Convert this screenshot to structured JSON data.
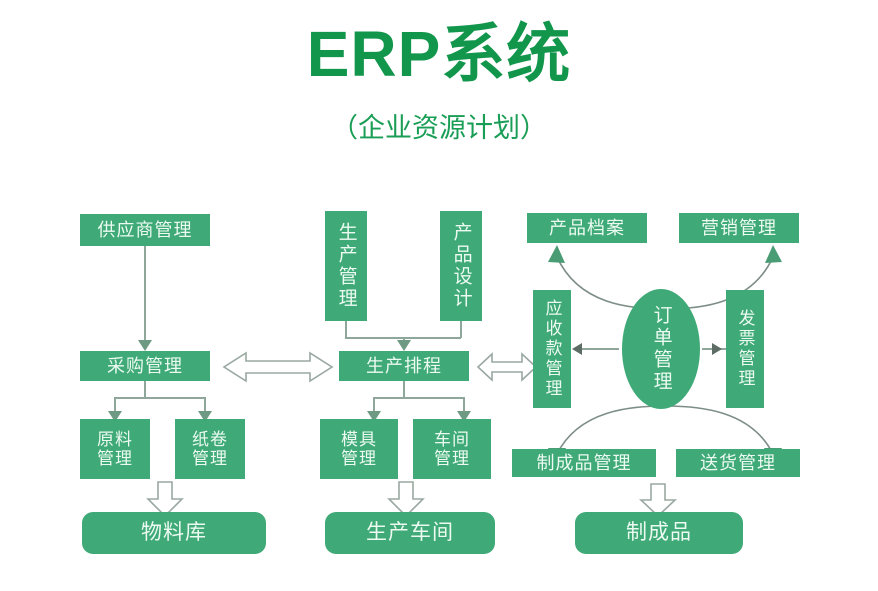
{
  "header": {
    "title": "ERP系统",
    "subtitle": "（企业资源计划）",
    "title_color": "#12964c",
    "subtitle_color": "#1a9e56"
  },
  "theme": {
    "box_fill": "#3faa78",
    "box_text": "#ecfaf1",
    "connector": "#8fa79b",
    "arrowhead": "#6e9a84",
    "block_arrow_stroke": "#9aa8a2",
    "arc_stroke": "#7d8e86"
  },
  "diagram": {
    "type": "flowchart",
    "columns": [
      {
        "name": "procurement",
        "nodes": [
          {
            "id": "supplier-management",
            "label": "供应商管理",
            "shape": "rect",
            "orientation": "horizontal"
          },
          {
            "id": "purchasing-management",
            "label": "采购管理",
            "shape": "rect",
            "orientation": "horizontal"
          },
          {
            "id": "raw-material-management",
            "label": "原料\n管理",
            "shape": "rect",
            "orientation": "horizontal"
          },
          {
            "id": "paper-roll-management",
            "label": "纸卷\n管理",
            "shape": "rect",
            "orientation": "horizontal"
          },
          {
            "id": "material-warehouse",
            "label": "物料库",
            "shape": "rounded-rect",
            "orientation": "horizontal"
          }
        ]
      },
      {
        "name": "production",
        "nodes": [
          {
            "id": "production-management",
            "label": "生产管理",
            "shape": "rect",
            "orientation": "vertical"
          },
          {
            "id": "product-design",
            "label": "产品设计",
            "shape": "rect",
            "orientation": "vertical"
          },
          {
            "id": "production-scheduling",
            "label": "生产排程",
            "shape": "rect",
            "orientation": "horizontal"
          },
          {
            "id": "mold-management",
            "label": "模具\n管理",
            "shape": "rect",
            "orientation": "horizontal"
          },
          {
            "id": "workshop-management",
            "label": "车间\n管理",
            "shape": "rect",
            "orientation": "horizontal"
          },
          {
            "id": "production-workshop",
            "label": "生产车间",
            "shape": "rounded-rect",
            "orientation": "horizontal"
          }
        ]
      },
      {
        "name": "order",
        "nodes": [
          {
            "id": "product-archive",
            "label": "产品档案",
            "shape": "rect",
            "orientation": "horizontal"
          },
          {
            "id": "marketing-management",
            "label": "营销管理",
            "shape": "rect",
            "orientation": "horizontal"
          },
          {
            "id": "accounts-receivable-management",
            "label": "应收款管理",
            "shape": "rect",
            "orientation": "vertical"
          },
          {
            "id": "order-management",
            "label": "订单管理",
            "shape": "ellipse",
            "orientation": "vertical"
          },
          {
            "id": "invoice-management",
            "label": "发票管理",
            "shape": "rect",
            "orientation": "vertical"
          },
          {
            "id": "finished-goods-management",
            "label": "制成品管理",
            "shape": "rect",
            "orientation": "horizontal"
          },
          {
            "id": "delivery-management",
            "label": "送货管理",
            "shape": "rect",
            "orientation": "horizontal"
          },
          {
            "id": "finished-goods",
            "label": "制成品",
            "shape": "rounded-rect",
            "orientation": "horizontal"
          }
        ]
      }
    ],
    "connectors": [
      {
        "from": "supplier-management",
        "to": "purchasing-management",
        "style": "line-arrow"
      },
      {
        "from": "purchasing-management",
        "to": "raw-material-management",
        "style": "line-arrow"
      },
      {
        "from": "purchasing-management",
        "to": "paper-roll-management",
        "style": "line-arrow"
      },
      {
        "from": "raw-material-management",
        "to": "material-warehouse",
        "style": "block-arrow"
      },
      {
        "from": "production-management",
        "to": "production-scheduling",
        "style": "line-arrow"
      },
      {
        "from": "product-design",
        "to": "production-scheduling",
        "style": "line-arrow"
      },
      {
        "from": "production-scheduling",
        "to": "mold-management",
        "style": "line-arrow"
      },
      {
        "from": "production-scheduling",
        "to": "workshop-management",
        "style": "line-arrow"
      },
      {
        "from": "mold-management",
        "to": "production-workshop",
        "style": "block-arrow"
      },
      {
        "from": "purchasing-management",
        "to": "production-scheduling",
        "style": "double-block-arrow"
      },
      {
        "from": "production-scheduling",
        "to": "accounts-receivable-management",
        "style": "double-block-arrow"
      },
      {
        "from": "order-management",
        "to": "accounts-receivable-management",
        "style": "line-arrow"
      },
      {
        "from": "order-management",
        "to": "invoice-management",
        "style": "line-arrow"
      },
      {
        "from": "order-management",
        "to": "product-archive",
        "style": "curved-arrow"
      },
      {
        "from": "order-management",
        "to": "marketing-management",
        "style": "curved-arrow"
      },
      {
        "from": "order-management",
        "to": "finished-goods-management",
        "style": "curved-arrow"
      },
      {
        "from": "order-management",
        "to": "delivery-management",
        "style": "curved-arrow"
      },
      {
        "from": "finished-goods-management",
        "to": "finished-goods",
        "style": "block-arrow"
      }
    ]
  }
}
